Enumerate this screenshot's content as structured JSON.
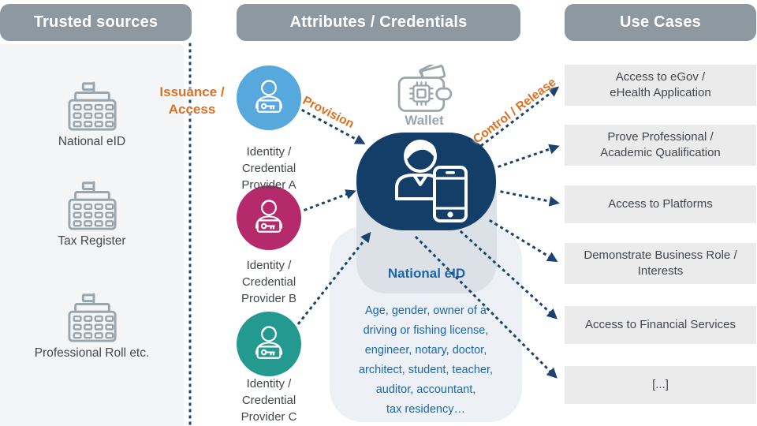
{
  "diagram": {
    "trusted_sources": {
      "title": "Trusted sources",
      "items": [
        "National eID",
        "Tax Register",
        "Professional Roll etc."
      ]
    },
    "attributes_credentials": {
      "title": "Attributes / Credentials",
      "providers": [
        {
          "label": "Identity /\nCredential\nProvider A"
        },
        {
          "label": "Identity /\nCredential\nProvider B"
        },
        {
          "label": "Identity /\nCredential\nProvider C"
        }
      ],
      "wallet_label": "Wallet",
      "eid_card_label": "National eID",
      "attributes_list": "Age, gender, owner of a\ndriving or fishing license,\nengineer, notary, doctor,\narchitect, student, teacher,\nauditor, accountant,\ntax residency…"
    },
    "use_cases": {
      "title": "Use Cases",
      "items": [
        "Access to eGov /\neHealth Application",
        "Prove Professional /\nAcademic Qualification",
        "Access to Platforms",
        "Demonstrate Business Role /\nInterests",
        "Access to Financial Services",
        "[...]"
      ]
    },
    "flow_labels": {
      "issuance_access": "Issuance /\nAccess",
      "provision": "Provision",
      "control_release": "Control / Release"
    }
  },
  "colors": {
    "header_bg": "#8d98a0",
    "panel_bg": "#f3f5f7",
    "icon_gray": "#9aa5ac",
    "text_dark": "#42474c",
    "navy": "#123e68",
    "arrow": "#1c4370",
    "orange": "#df6f1f",
    "blue": "#1a66ae",
    "prov_a": "#57a8dc",
    "prov_b": "#b52a6b",
    "prov_c": "#23998f",
    "box_bg": "#ebebec",
    "card_light": "#edf1f5",
    "card_dark": "#dce1e8"
  }
}
